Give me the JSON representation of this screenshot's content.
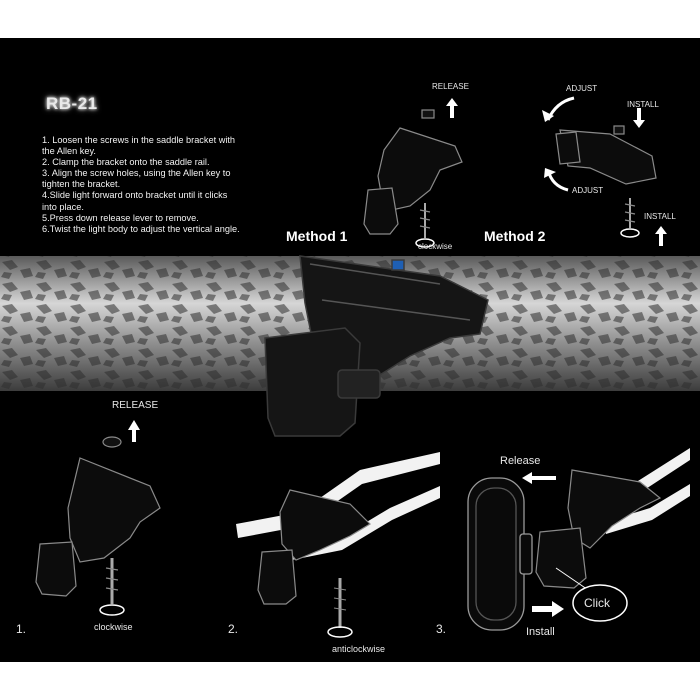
{
  "product": {
    "model": "RB-21"
  },
  "instructions": [
    "1. Loosen the screws in the saddle bracket with",
    "the Allen key.",
    "2. Clamp the bracket onto the saddle rail.",
    "3. Align the screw holes, using the Allen key to",
    "tighten the bracket.",
    "4.Slide light forward onto bracket until it clicks",
    "into place.",
    "5.Press down release lever to remove.",
    "6.Twist the light body to adjust the vertical angle."
  ],
  "methods": {
    "method1": {
      "label": "Method 1",
      "release": "RELEASE",
      "screw": "clockwise"
    },
    "method2": {
      "label": "Method 2",
      "adjust_top": "ADJUST",
      "adjust_bottom": "ADJUST",
      "install_top": "INSTALL",
      "install_bottom": "INSTALL"
    }
  },
  "steps": {
    "step1": {
      "number": "1.",
      "release": "RELEASE",
      "screw": "clockwise"
    },
    "step2": {
      "number": "2.",
      "screw": "anticlockwise"
    },
    "step3": {
      "number": "3.",
      "release": "Release",
      "click": "Click",
      "install": "Install"
    }
  },
  "colors": {
    "background": "#000000",
    "text": "#ffffff",
    "rail": "#7a7a7a"
  }
}
